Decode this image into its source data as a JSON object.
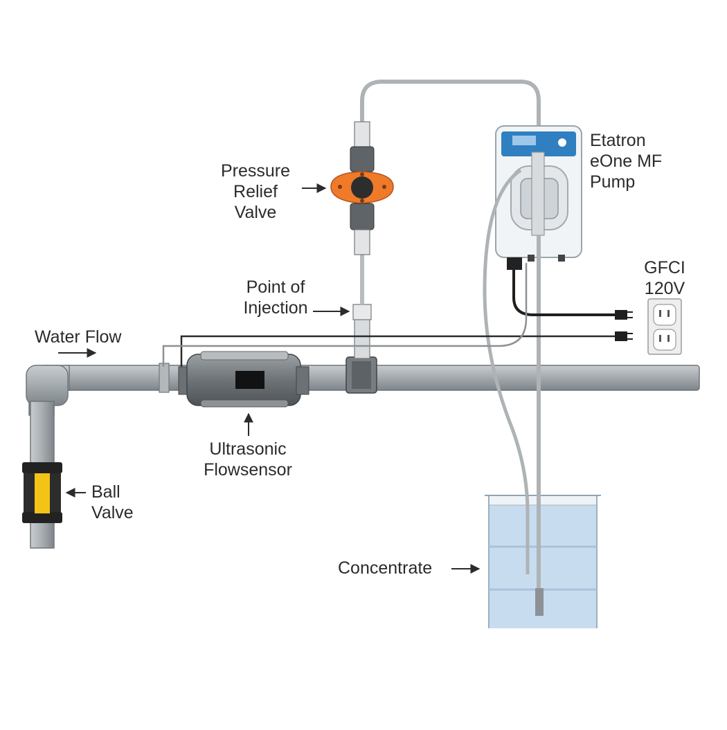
{
  "labels": {
    "pressure_relief_valve": [
      "Pressure",
      "Relief",
      "Valve"
    ],
    "pump": [
      "Etatron",
      "eOne MF",
      "Pump"
    ],
    "gfci": [
      "GFCI",
      "120V"
    ],
    "point_of_injection": [
      "Point of",
      "Injection"
    ],
    "water_flow": "Water Flow",
    "ultrasonic_flowsensor": [
      "Ultrasonic",
      "Flowsensor"
    ],
    "ball_valve": [
      "Ball",
      "Valve"
    ],
    "concentrate": "Concentrate"
  },
  "colors": {
    "pipe": "#a9afb3",
    "pipe_stroke": "#6f7579",
    "valve_orange": "#ef7a2a",
    "pump_blue": "#2f7fc1",
    "ball_valve_yellow": "#f3c316",
    "tank_water": "#bfd8ef",
    "cable": "#2a2a2a"
  }
}
